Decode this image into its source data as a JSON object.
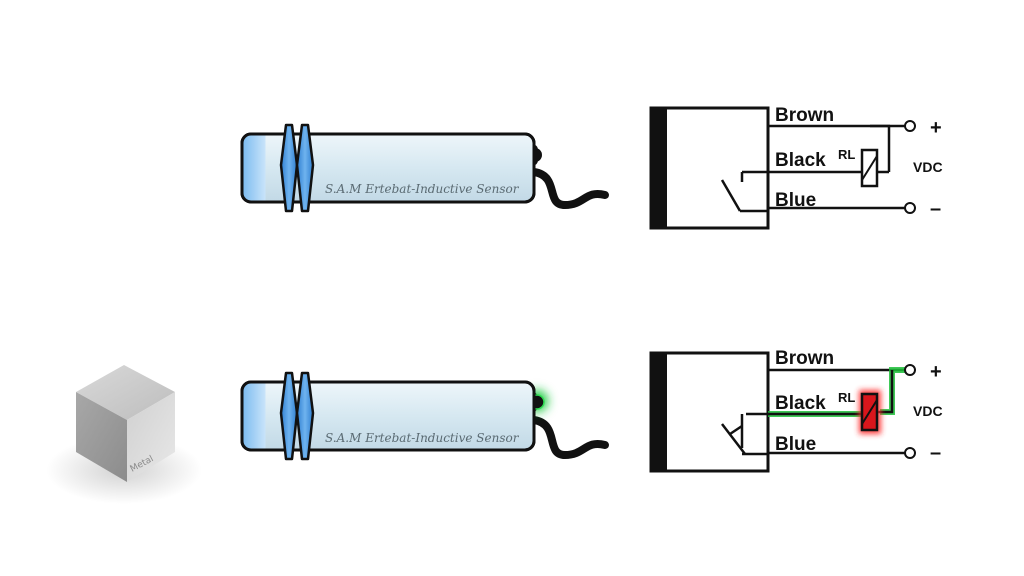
{
  "colors": {
    "sensor_body": "#dfeef6",
    "sensor_ring": "#4a90d9",
    "sensor_cap": "#a9d3f5",
    "cable": "#111111",
    "led_glow": "#22cc44",
    "active_wire": "#1fbf3a",
    "relay_active": "#d9161c",
    "metal_block": "#c8c8c8"
  },
  "icons": {
    "metal_target": "metal-cube-icon",
    "relay": "relay-coil-icon",
    "terminal": "terminal-circle-icon"
  },
  "state_off": {
    "sensor_label": "S.A.M Ertebat-Inductive Sensor",
    "wires": {
      "brown": "Brown",
      "black": "Black",
      "blue": "Blue"
    },
    "relay_label": "RL",
    "supply_label": "VDC",
    "plus": "+",
    "minus": "–"
  },
  "state_on": {
    "target_label": "Metal",
    "sensor_label": "S.A.M Ertebat-Inductive Sensor",
    "wires": {
      "brown": "Brown",
      "black": "Black",
      "blue": "Blue"
    },
    "relay_label": "RL",
    "supply_label": "VDC",
    "plus": "+",
    "minus": "–"
  }
}
